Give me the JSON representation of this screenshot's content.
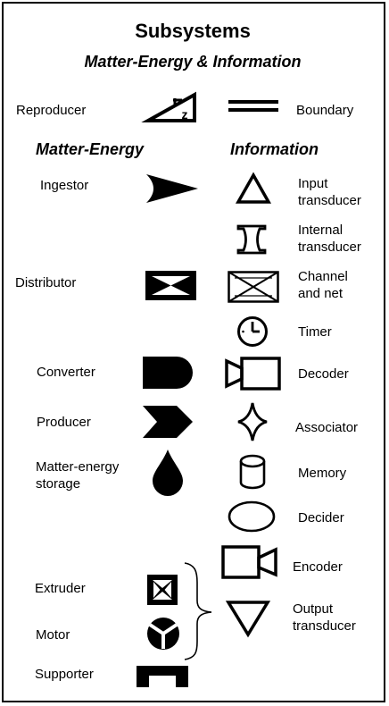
{
  "title": "Subsystems",
  "subtitle": "Matter-Energy & Information",
  "shared": {
    "reproducer": {
      "label": "Reproducer",
      "icon": "reproducer-icon",
      "glyph": "z"
    },
    "boundary": {
      "label": "Boundary",
      "icon": "boundary-icon"
    }
  },
  "matter_energy": {
    "heading": "Matter-Energy",
    "items": [
      {
        "label": "Ingestor",
        "icon": "ingestor-icon"
      },
      {
        "label": "Distributor",
        "icon": "distributor-icon"
      },
      {
        "label": "Converter",
        "icon": "converter-icon"
      },
      {
        "label": "Producer",
        "icon": "producer-icon"
      },
      {
        "label_lines": [
          "Matter-energy",
          "storage"
        ],
        "icon": "matter-energy-storage-icon"
      },
      {
        "label": "Extruder",
        "icon": "extruder-icon"
      },
      {
        "label": "Motor",
        "icon": "motor-icon"
      },
      {
        "label": "Supporter",
        "icon": "supporter-icon"
      }
    ]
  },
  "information": {
    "heading": "Information",
    "items": [
      {
        "label_lines": [
          "Input",
          "transducer"
        ],
        "icon": "input-transducer-icon"
      },
      {
        "label_lines": [
          "Internal",
          "transducer"
        ],
        "icon": "internal-transducer-icon"
      },
      {
        "label_lines": [
          "Channel",
          "and net"
        ],
        "icon": "channel-and-net-icon"
      },
      {
        "label": "Timer",
        "icon": "timer-icon"
      },
      {
        "label": "Decoder",
        "icon": "decoder-icon"
      },
      {
        "label": "Associator",
        "icon": "associator-icon"
      },
      {
        "label": "Memory",
        "icon": "memory-icon"
      },
      {
        "label": "Decider",
        "icon": "decider-icon"
      },
      {
        "label": "Encoder",
        "icon": "encoder-icon"
      },
      {
        "label_lines": [
          "Output",
          "transducer"
        ],
        "icon": "output-transducer-icon"
      }
    ]
  },
  "colors": {
    "ink": "#000000",
    "background": "#ffffff"
  }
}
